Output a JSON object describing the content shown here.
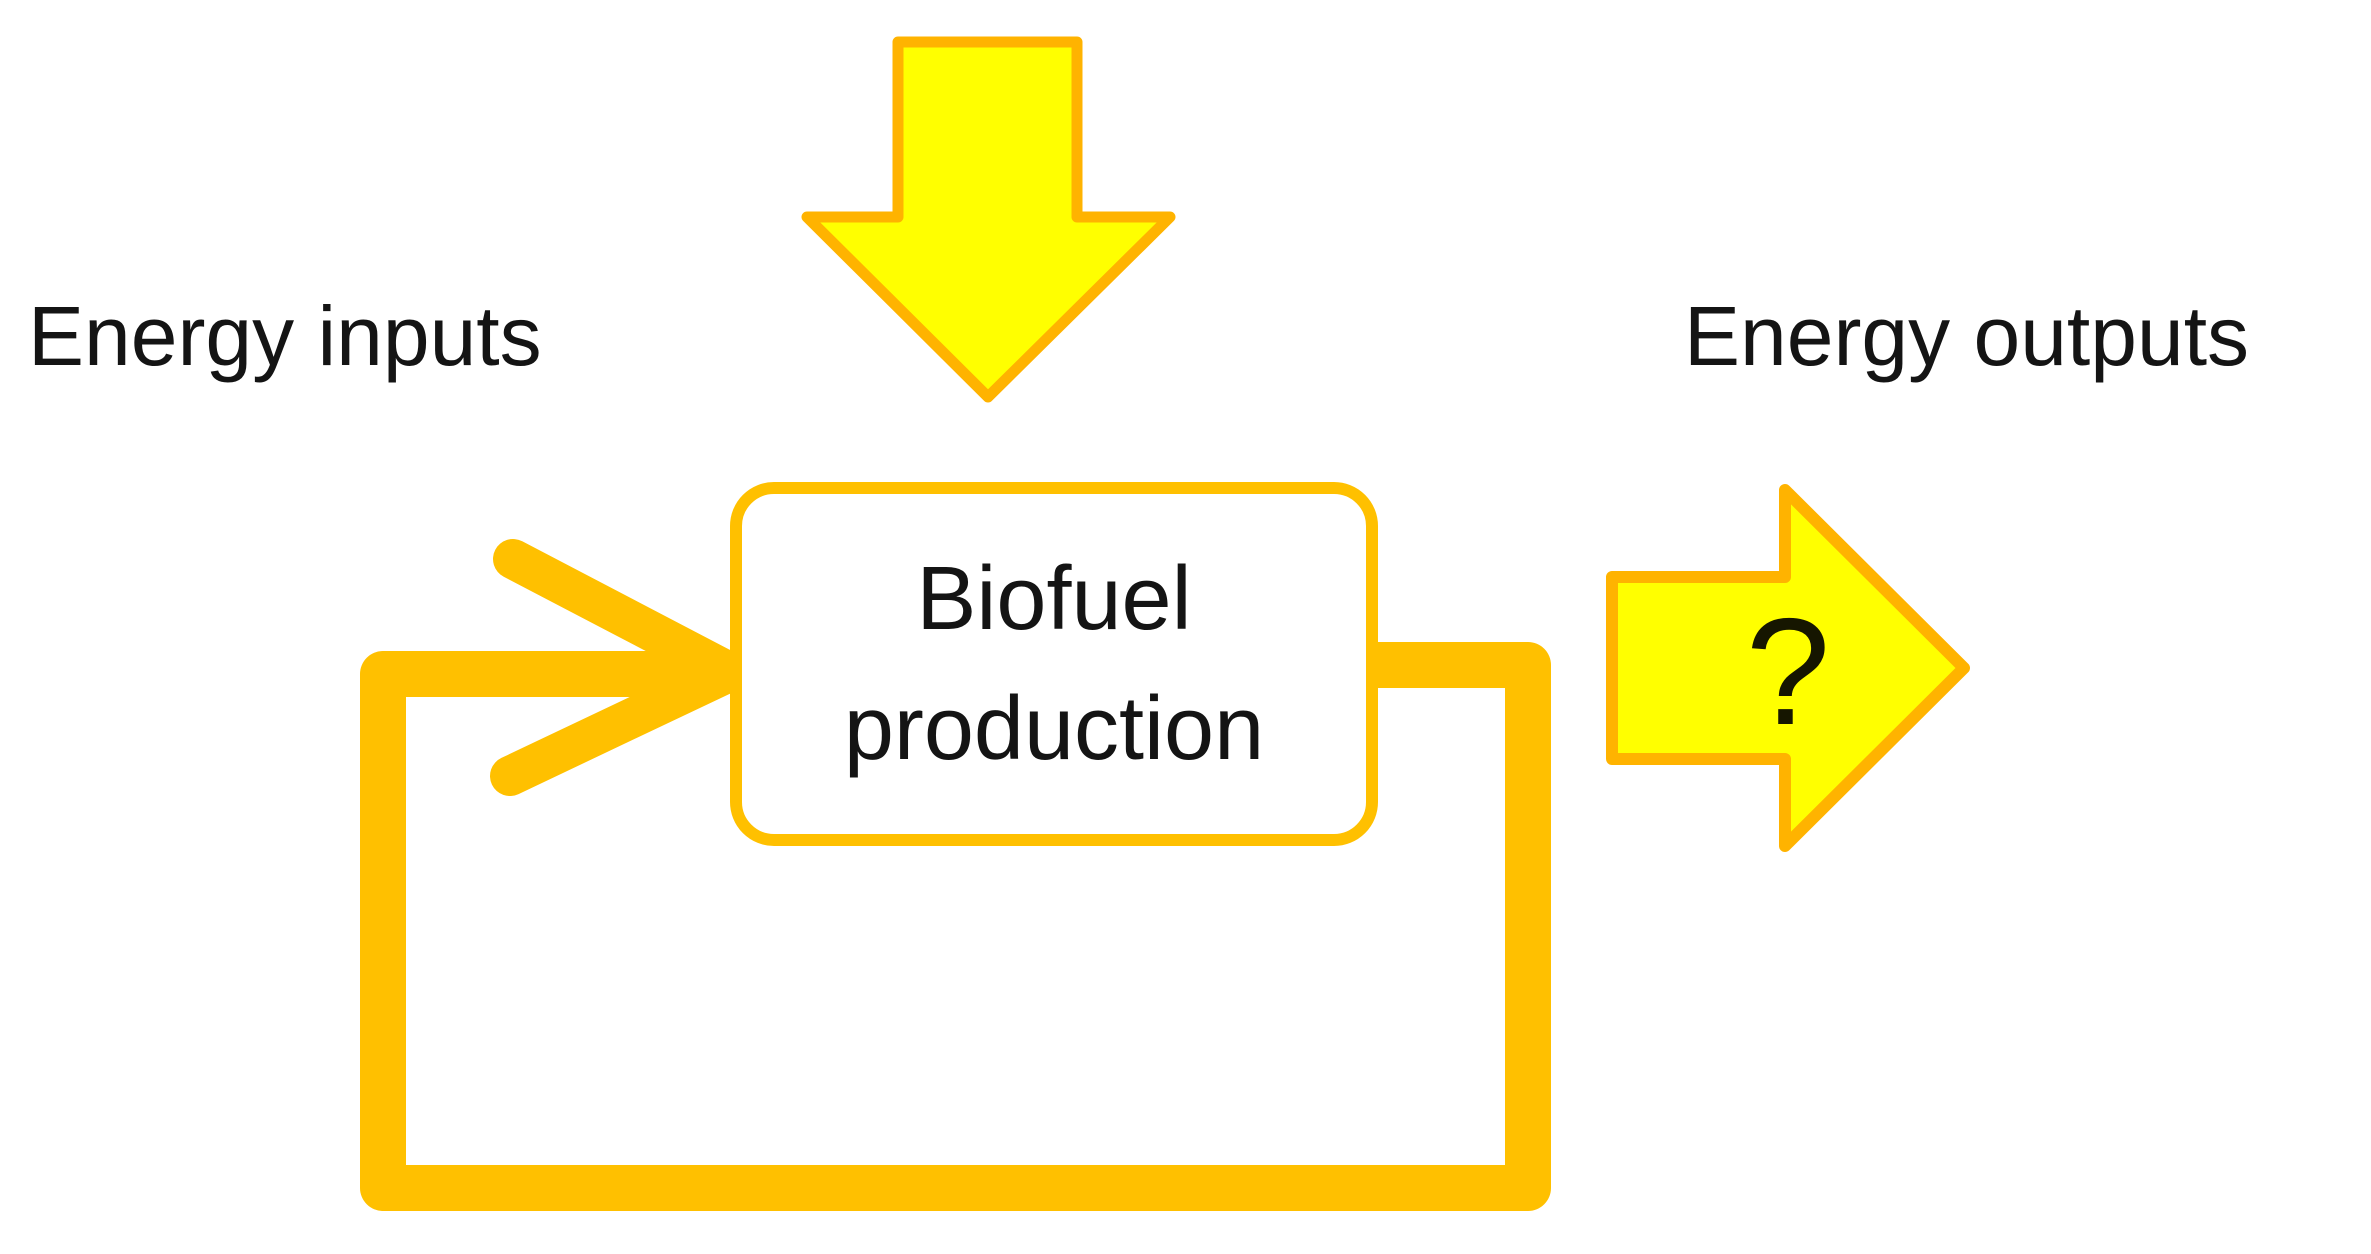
{
  "diagram": {
    "labels": {
      "energy_inputs": "Energy inputs",
      "energy_outputs": "Energy outputs"
    },
    "process_box": {
      "line1": "Biofuel",
      "line2": "production"
    },
    "output_arrow_label": "?",
    "icons": {
      "top_arrow": "down-arrow-icon",
      "input_arrow": "chevron-right-arrow-icon",
      "feedback_loop": "loop-arrow-icon",
      "output_arrow": "right-arrow-icon"
    },
    "colors": {
      "background": "#FFFFFF",
      "amber": "#FFC000",
      "block_arrow_border": "#FFB300",
      "block_arrow_fill": "#FFFF00",
      "text": "#141414"
    }
  }
}
